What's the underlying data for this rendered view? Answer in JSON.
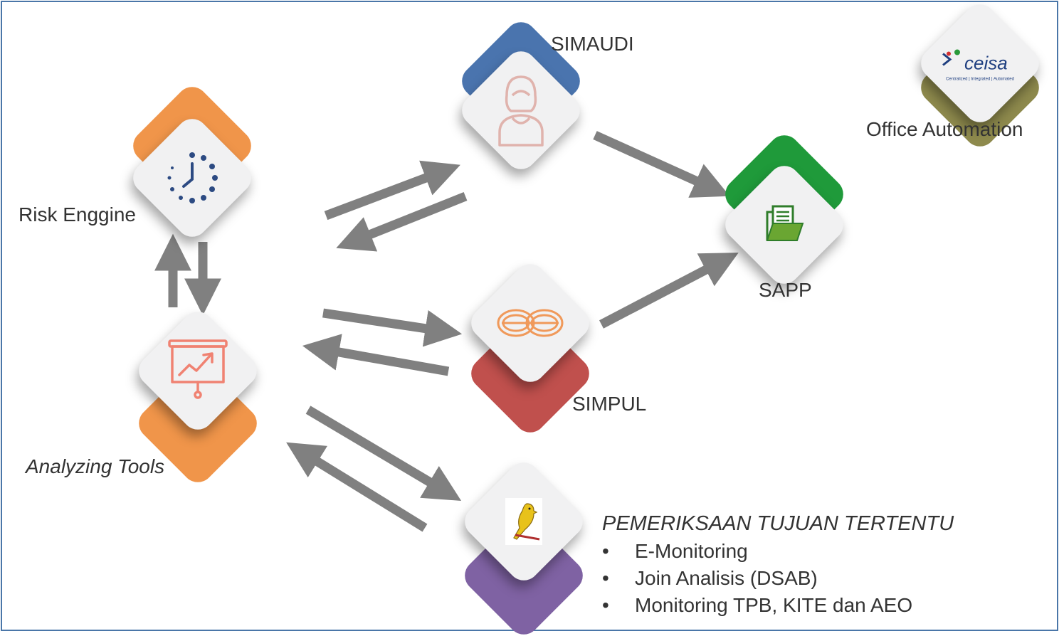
{
  "nodes": {
    "risk_engine": {
      "label": "Risk Enggine",
      "icon": "clock-icon",
      "color": "#f0954a"
    },
    "analyzing_tools": {
      "label": "Analyzing Tools",
      "icon": "presentation-chart-icon",
      "color": "#f0954a"
    },
    "simaudi": {
      "label": "SIMAUDI",
      "icon": "person-icon",
      "color": "#4a74ae"
    },
    "simpul": {
      "label": "SIMPUL",
      "icon": "knot-icon",
      "color": "#c0504d"
    },
    "sapp": {
      "label": "SAPP",
      "icon": "folder-documents-icon",
      "color": "#1f9a3a"
    },
    "office_automation": {
      "label": "Office Automation",
      "icon": "ceisa-logo-icon",
      "color": "#8e8a4d",
      "logo_text": "ceisa",
      "logo_tagline": "Centralized | Integrated | Automated"
    },
    "pemeriksaan": {
      "icon": "canary-bird-icon",
      "color": "#7f62a3"
    }
  },
  "pemeriksaan_list": {
    "title": "PEMERIKSAAN TUJUAN TERTENTU",
    "bullet": "•",
    "items": [
      "E-Monitoring",
      "Join Analisis (DSAB)",
      "Monitoring TPB, KITE dan AEO"
    ]
  },
  "arrow_color": "#808080"
}
